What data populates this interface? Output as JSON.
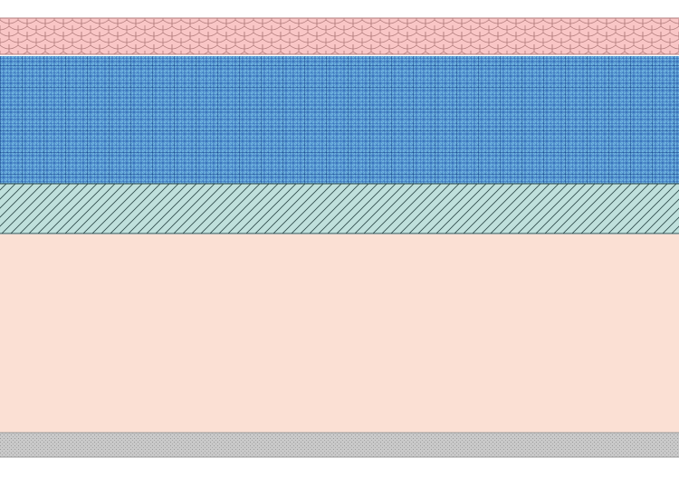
{
  "diagram": {
    "layers": [
      {
        "id": "roof-tiles",
        "pattern": "scalloped-shingles",
        "fill": "#f9c6c6",
        "stroke": "#b07a7a"
      },
      {
        "id": "blue-mesh",
        "pattern": "dense-crosshatch-grid",
        "fill": "#6fb3df",
        "stroke": "#1f4fa8"
      },
      {
        "id": "teal-hatch",
        "pattern": "diagonal-hatch",
        "fill": "#bfe0dc",
        "stroke": "#2e4a4a"
      },
      {
        "id": "peach-body",
        "pattern": "solid",
        "fill": "#fbe0d4",
        "stroke": "#fbe0d4"
      },
      {
        "id": "gray-base",
        "pattern": "fine-speckle",
        "fill": "#c9c9c9",
        "stroke": "#9a9a9a"
      }
    ]
  }
}
